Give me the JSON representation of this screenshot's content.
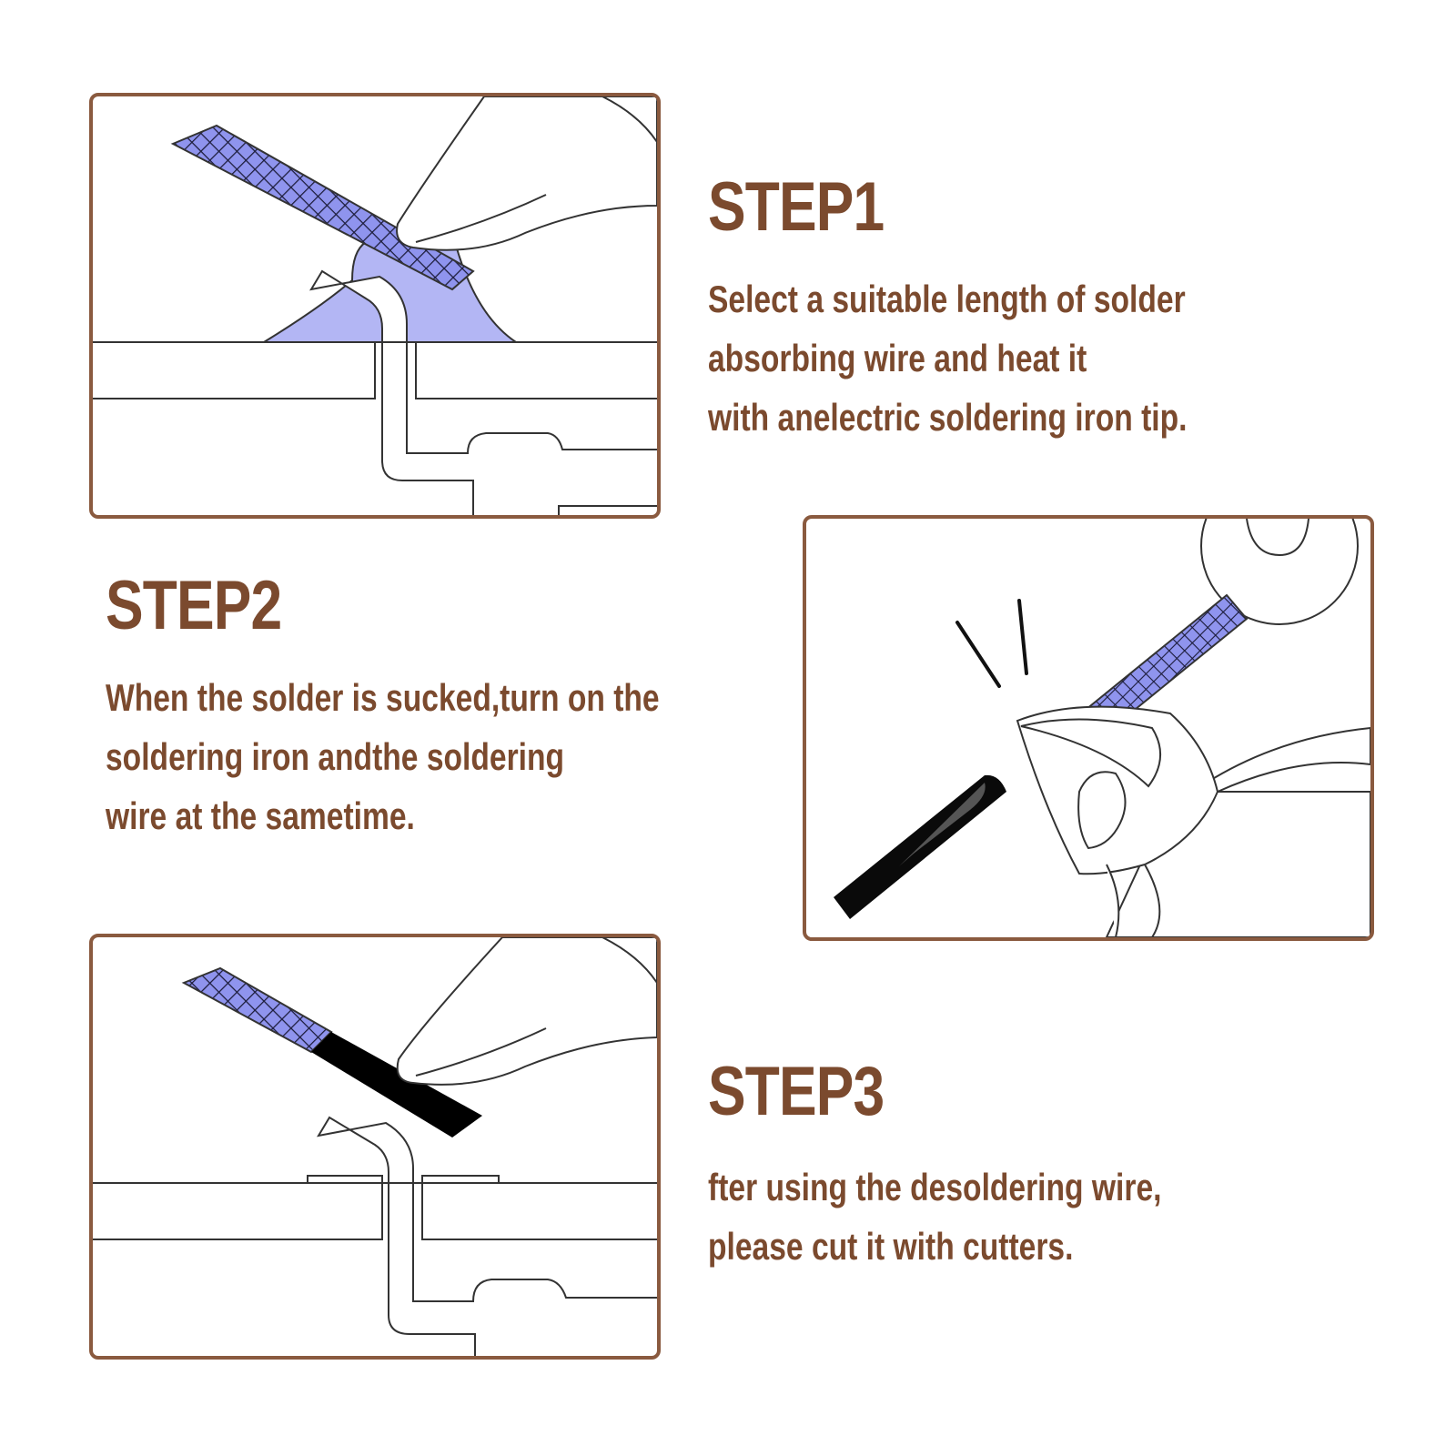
{
  "colors": {
    "text": "#7b4a2e",
    "frame": "#8a5a3f",
    "solder_wick": "#8f94ee",
    "solder": "#b3b6f4",
    "spent_wick": "#000000"
  },
  "steps": [
    {
      "title": "STEP1",
      "lines": [
        "Select a suitable length of solder",
        "absorbing wire and heat it",
        "with anelectric soldering iron tip."
      ]
    },
    {
      "title": "STEP2",
      "lines": [
        "When the solder is sucked,turn on the",
        "soldering iron andthe soldering",
        "wire at the sametime."
      ]
    },
    {
      "title": "STEP3",
      "lines": [
        "fter using the desoldering wire,",
        "please cut it with cutters."
      ]
    }
  ]
}
